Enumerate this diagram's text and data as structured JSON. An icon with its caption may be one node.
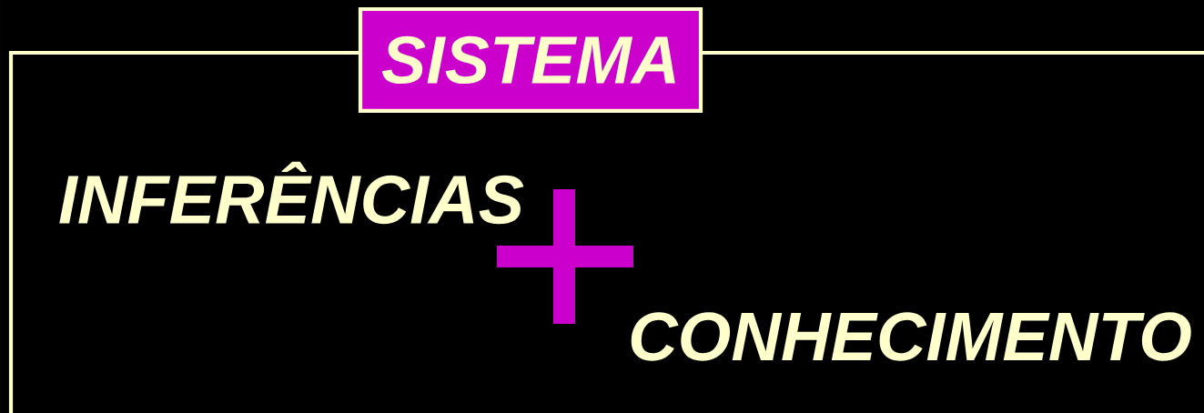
{
  "diagram": {
    "nodes": [
      {
        "text": [
          "SISTEMA"
        ]
      }
    ],
    "labels": [
      "INFERÊNCIAS",
      "CONHECIMENTO"
    ]
  }
}
